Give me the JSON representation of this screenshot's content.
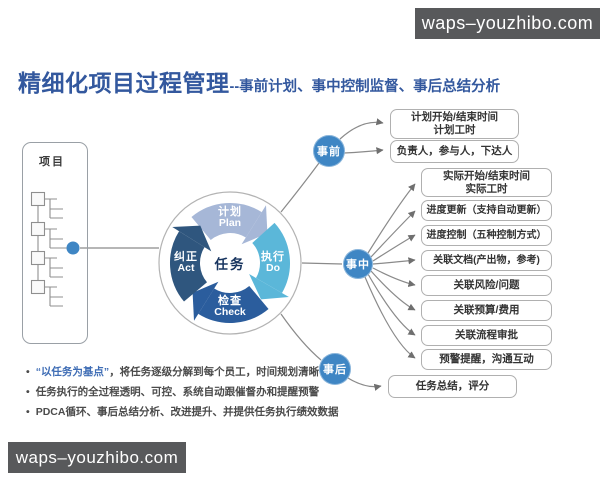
{
  "banners": {
    "top": "waps–youzhibo.com",
    "bottom": "waps–youzhibo.com"
  },
  "title": {
    "main": "精细化项目过程管理",
    "sub": "--事前计划、事中控制监督、事后总结分析"
  },
  "project_panel": {
    "label": "项目"
  },
  "pdca": {
    "center": "任务",
    "plan": {
      "zh": "计划",
      "en": "Plan",
      "color": "#a6b7d7"
    },
    "do": {
      "zh": "执行",
      "en": "Do",
      "color": "#5bb7d9"
    },
    "check": {
      "zh": "检查",
      "en": "Check",
      "color": "#2b5d9d"
    },
    "act": {
      "zh": "纠正",
      "en": "Act",
      "color": "#2f567e"
    }
  },
  "phases": {
    "before": "事前",
    "during": "事中",
    "after": "事后"
  },
  "right_boxes": [
    {
      "lines": [
        "计划开始/结束时间",
        "计划工时"
      ]
    },
    {
      "lines": [
        "负责人，参与人，下达人"
      ]
    },
    {
      "lines": [
        "实际开始/结束时间",
        "实际工时"
      ]
    },
    {
      "lines": [
        "进度更新（支持自动更新）"
      ]
    },
    {
      "lines": [
        "进度控制（五种控制方式）"
      ]
    },
    {
      "lines": [
        "关联文档(产出物，参考)"
      ]
    },
    {
      "lines": [
        "关联风险/问题"
      ]
    },
    {
      "lines": [
        "关联预算/费用"
      ]
    },
    {
      "lines": [
        "关联流程审批"
      ]
    },
    {
      "lines": [
        "预警提醒，沟通互动"
      ]
    },
    {
      "lines": [
        "任务总结，评分"
      ]
    }
  ],
  "bullets": [
    {
      "quote": "“以任务为基点”",
      "rest": "，将任务逐级分解到每个员工，时间规划清晰"
    },
    {
      "text": "任务执行的全过程透明、可控、系统自动跟催督办和提醒预警"
    },
    {
      "text": "PDCA循环、事后总结分析、改进提升、并提供任务执行绩效数据"
    }
  ],
  "colors": {
    "accent_blue": "#3f86c4",
    "title_blue": "#33589e",
    "banner_bg": "#58595b",
    "line_gray": "#8a8a8a",
    "box_border": "#b0b0b0"
  }
}
